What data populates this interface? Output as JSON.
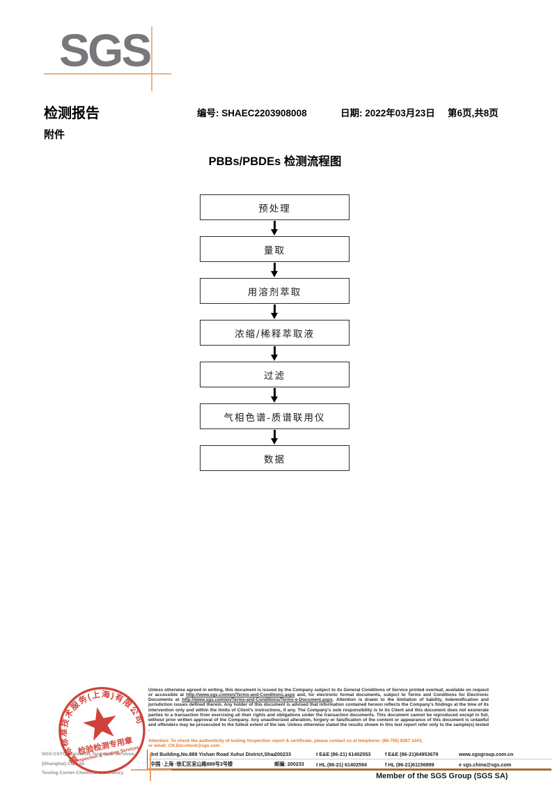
{
  "colors": {
    "logo_gray": "#77787b",
    "accent_orange_line": "#e9b488",
    "attention_orange": "#e87722",
    "stamp_red": "#cb342a",
    "footer_line_brown": "#a96a32"
  },
  "header": {
    "logo_text": "SGS",
    "report_title": "检测报告",
    "report_no": "编号: SHAEC2203908008",
    "date": "日期: 2022年03月23日",
    "page_info": "第6页,共8页",
    "attachment_label": "附件"
  },
  "chart": {
    "title": "PBBs/PBDEs 检测流程图"
  },
  "flowchart": {
    "steps": [
      "预处理",
      "量取",
      "用溶剂萃取",
      "浓缩/稀释萃取液",
      "过滤",
      "气相色谱-质谱联用仪",
      "数据"
    ]
  },
  "stamp": {
    "ring_text": "通标标准技术服务(上海)有限公司",
    "line1": "检验检测专用章",
    "line2": "Inspection & Testing Services"
  },
  "footer": {
    "company_line1": "SGS-CSTC Standards Technical Services (Shanghai) Co.,Ltd.",
    "company_line2": "Testing Center-Chemical Laboratory.",
    "legal": {
      "part1": "Unless otherwise agreed in writing, this document is issued by the Company subject to its General Conditions of Service printed overleaf, available on request or accessible at ",
      "url1": "http://www.sgs.com/en/Terms-and-Conditions.aspx",
      "part2": " and, for electronic format documents, subject to Terms and Conditions for Electronic Documents at ",
      "url2": "http://www.sgs.com/en/Terms-and-Conditions/Terms-e-Document.aspx",
      "part3": ". Attention is drawn to the limitation of liability, indemnification and jurisdiction issues defined therein. Any holder of this document is advised that information contained hereon reflects the Company's findings at the time of its intervention only and within the limits of Client's instructions, if any. The Company's sole responsibility is to its Client and this document does not exonerate parties to a transaction from exercising all their rights and obligations under the transaction documents. This document cannot be reproduced except in full, without prior written approval of the Company. Any unauthorized alteration, forgery or falsification of the content or appearance of this document is unlawful and offenders may be prosecuted to the fullest extent of the law. Unless otherwise stated the results shown in this test report refer only to the sample(s) tested ."
    },
    "attention_line1": "Attention: To check the authenticity of testing /inspection report & certificate, please contact us at telephone: (86-755) 8307 1443,",
    "attention_line2": "or email: CN.Doccheck@sgs.com",
    "address": {
      "rows": [
        [
          "3rd Building,No.889 Yishan Road Xuhui District,Shanghai China",
          "200233",
          "t E&E (86-21) 61402553",
          "f E&E (86-21)64953679",
          "www.sgsgroup.com.cn"
        ],
        [
          "中国 ·上海 ·徐汇区宜山路889号3号楼",
          "邮编: 200233",
          "t HL (86-21) 61402594",
          "f HL (86-21)61156899",
          "e  sgs.china@sgs.com"
        ]
      ]
    },
    "member_text": "Member of the SGS Group (SGS SA)"
  }
}
